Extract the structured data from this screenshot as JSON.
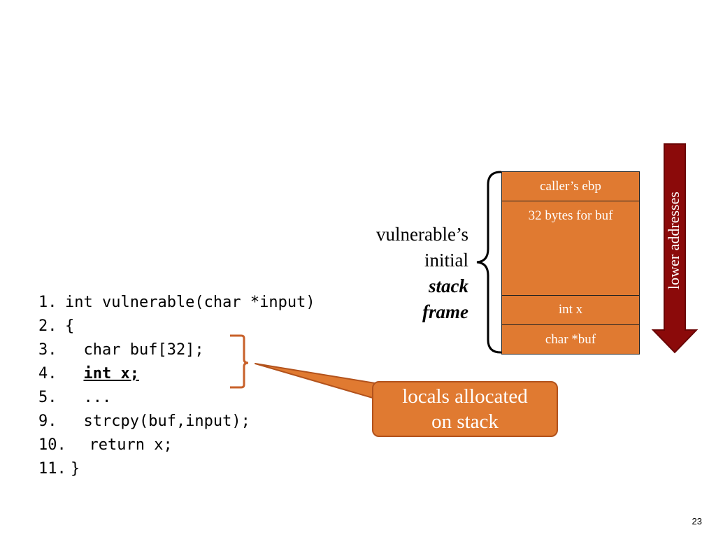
{
  "slide": {
    "page_number": "23"
  },
  "code": {
    "lines": [
      {
        "num": "1.",
        "text": "int vulnerable(char *input)"
      },
      {
        "num": "2.",
        "text": "{"
      },
      {
        "num": "3.",
        "text": "  char buf[32];"
      },
      {
        "num": "4.",
        "text": "  ",
        "emph": "int x;"
      },
      {
        "num": "5.",
        "text": "  ..."
      },
      {
        "num": "9.",
        "text": "  strcpy(buf,input);"
      },
      {
        "num": "10.",
        "text": "  return x;"
      },
      {
        "num": "11.",
        "text": "}"
      }
    ]
  },
  "frame_label": {
    "line1": "vulnerable’s",
    "line2": "initial",
    "line3": "stack",
    "line4": "frame"
  },
  "stack": {
    "cells": [
      "caller’s ebp",
      "32 bytes for buf",
      "int x",
      "char *buf"
    ]
  },
  "arrow": {
    "label": "lower addresses",
    "color": "#8b0a0a"
  },
  "callout": {
    "line1": "locals allocated",
    "line2": "on stack",
    "color": "#e07a31"
  },
  "colors": {
    "stack_fill": "#e07a31",
    "bracket_orange": "#c8612a"
  }
}
